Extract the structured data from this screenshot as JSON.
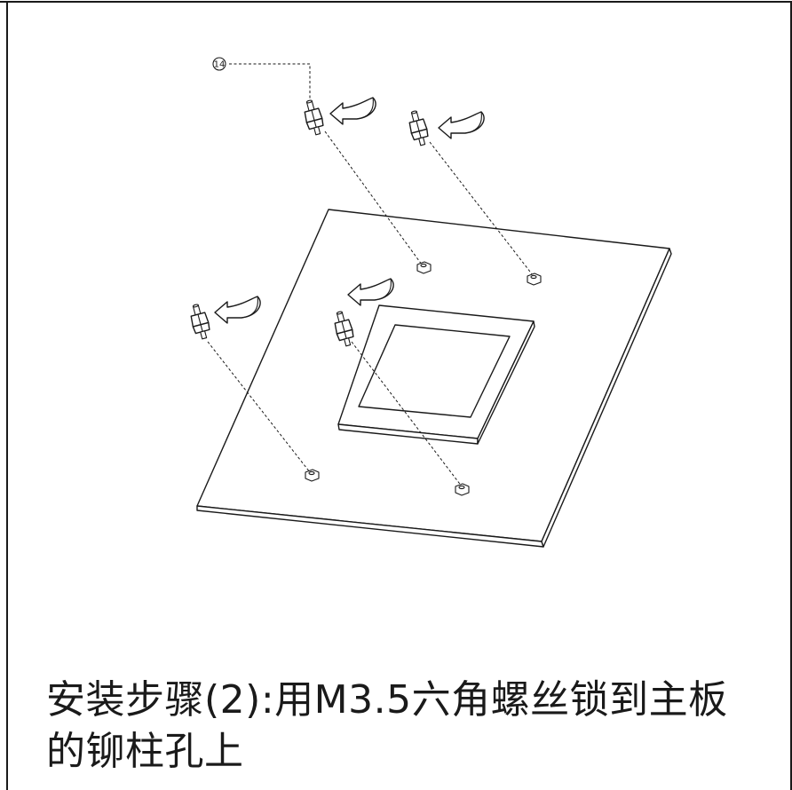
{
  "callout": {
    "part_number": "14"
  },
  "caption": {
    "line1": "安装步骤(2):用M3.5六角螺丝锁到主板",
    "line2": "的铆柱孔上"
  }
}
